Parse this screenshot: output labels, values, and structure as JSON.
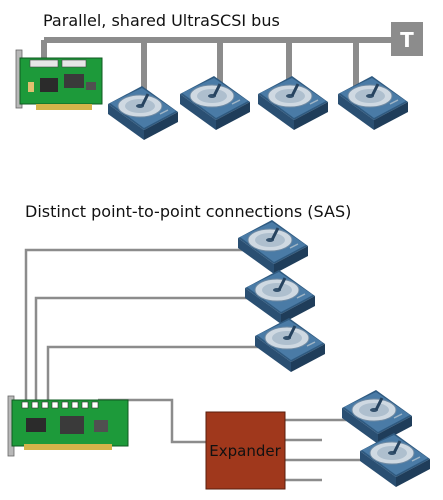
{
  "diagram": {
    "parallel_title": "Parallel, shared UltraSCSI bus",
    "terminator_label": "T",
    "sas_title": "Distinct point-to-point connections (SAS)",
    "expander_label": "Expander"
  },
  "colors": {
    "cable": "#8c8c8c",
    "terminator": "#8c8c8c",
    "pcb": "#1d9a3a",
    "expander": "#a0381c",
    "disk_body": "#3f6f98",
    "disk_platter": "#c8d4de"
  },
  "icons": {
    "hba_card": "pci-host-adapter-card-icon",
    "hard_drive": "hard-disk-drive-icon"
  }
}
